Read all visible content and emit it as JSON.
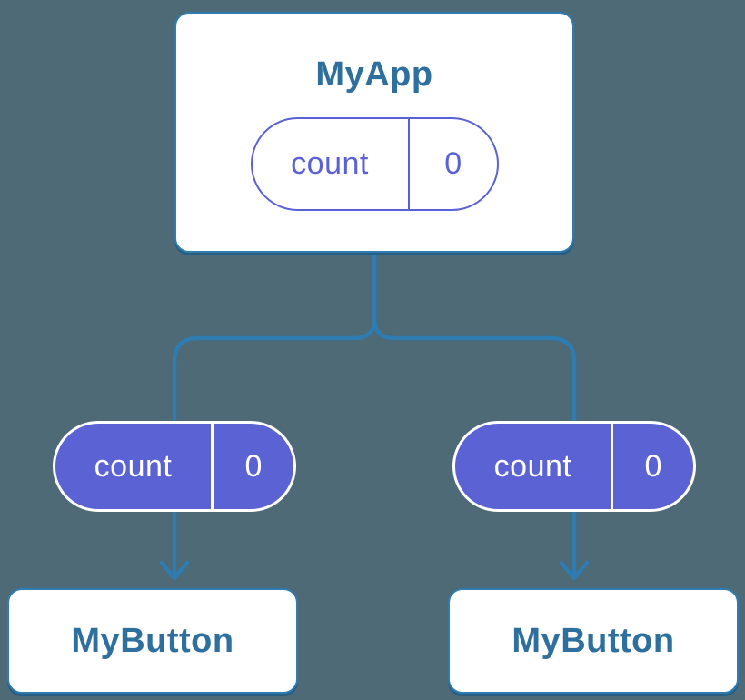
{
  "diagram": {
    "root": {
      "label": "MyApp",
      "state": {
        "name": "count",
        "value": "0"
      }
    },
    "prop_pills": [
      {
        "name": "count",
        "value": "0"
      },
      {
        "name": "count",
        "value": "0"
      }
    ],
    "children": [
      {
        "label": "MyButton"
      },
      {
        "label": "MyButton"
      }
    ]
  },
  "colors": {
    "background": "#4d6a76",
    "connector": "#2e7cb1",
    "box_fill": "#ffffff",
    "box_border": "#2e7cb1",
    "label_text": "#2f6f9e",
    "pill_fill": "#5b62d3",
    "pill_outline": "#5a61d6",
    "pill_text_on_fill": "#ffffff"
  }
}
